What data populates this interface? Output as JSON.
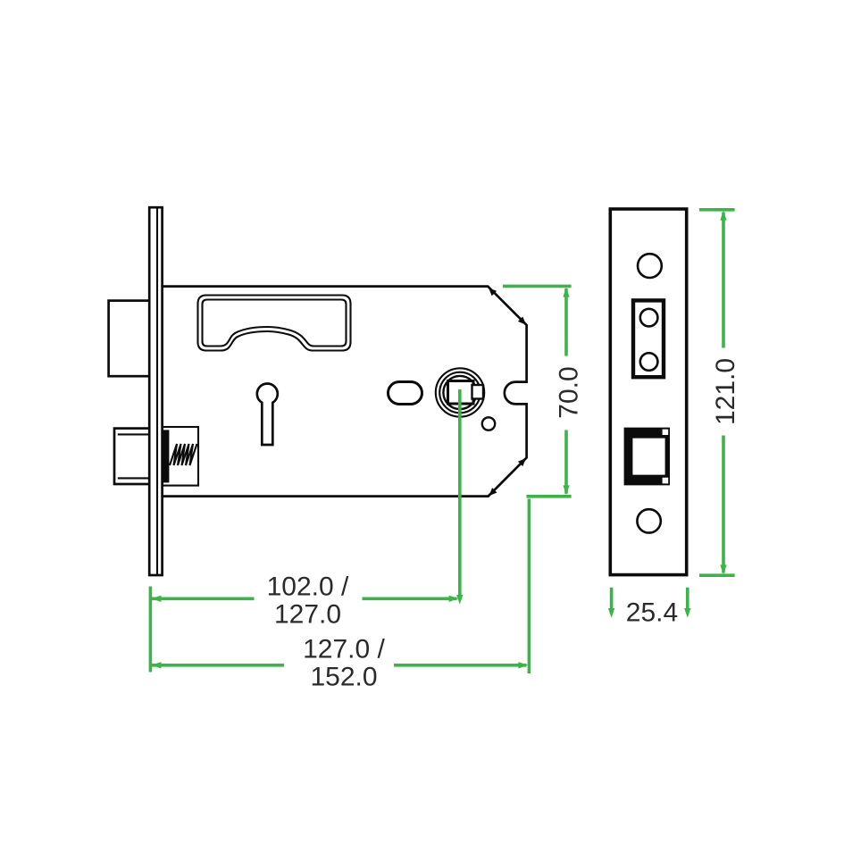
{
  "drawing": {
    "background_color": "#ffffff",
    "line_color": "#0b0b0b",
    "dimension_color": "#3cb44a",
    "text_color": "#2a2a2a",
    "dimensions": {
      "backset_line1": "102.0 /",
      "backset_line2": "127.0",
      "case_length_line1": "127.0 /",
      "case_length_line2": "152.0",
      "case_height": "70.0",
      "forend_height": "121.0",
      "forend_width": "25.4"
    }
  }
}
